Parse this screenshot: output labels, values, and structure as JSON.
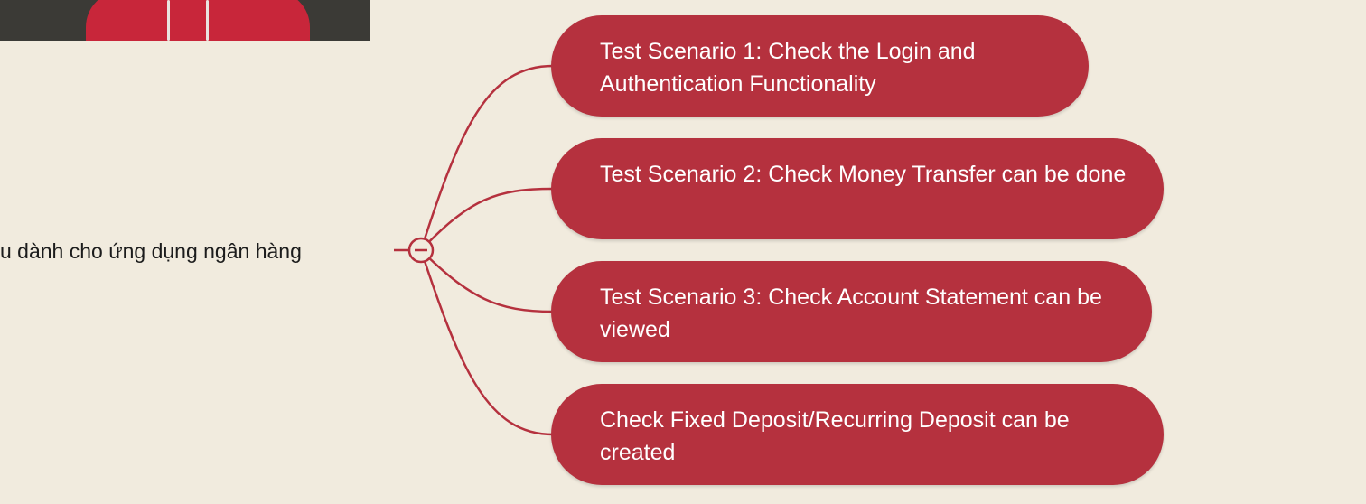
{
  "root": {
    "label": "u dành cho ứng dụng ngân hàng"
  },
  "nodes": [
    {
      "text": "Test Scenario 1: Check the Login and Authentication Functionality"
    },
    {
      "text": "Test Scenario 2: Check Money Transfer can be done"
    },
    {
      "text": "Test Scenario 3: Check Account Statement can be viewed"
    },
    {
      "text": "Check Fixed Deposit/Recurring Deposit can be created"
    }
  ],
  "colors": {
    "background": "#f1ebde",
    "node_fill": "#b5313e",
    "connector": "#b5313e",
    "node_text": "#ffffff",
    "root_text": "#1c1c1c"
  },
  "icons": {
    "collapse_toggle": "minus-circle-icon"
  }
}
